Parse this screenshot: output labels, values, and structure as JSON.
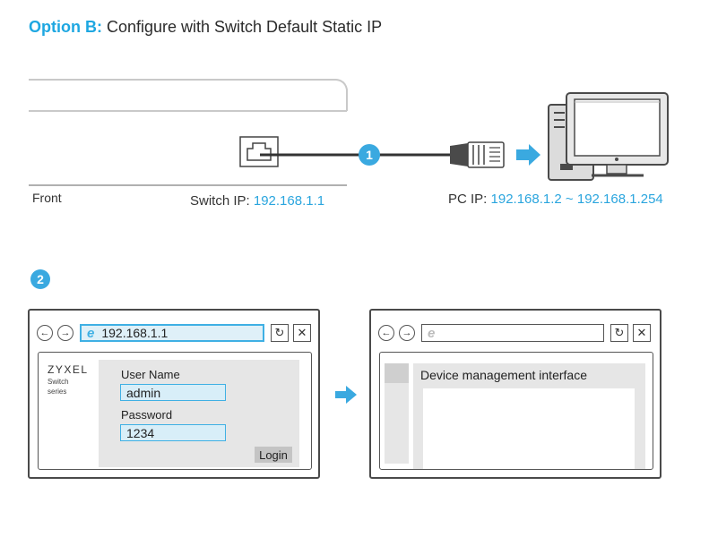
{
  "title": {
    "accent": "Option B:",
    "rest": " Configure with Switch Default Static IP"
  },
  "labels": {
    "front": "Front",
    "switch_ip_label": "Switch IP: ",
    "switch_ip_value": "192.168.1.1",
    "pc_ip_label": "PC IP: ",
    "pc_ip_value": "192.168.1.2 ~ 192.168.1.254"
  },
  "steps": {
    "one": "1",
    "two": "2"
  },
  "login_browser": {
    "address": "192.168.1.1",
    "brand": "ZYXEL",
    "brand_sub1": "Switch",
    "brand_sub2": "series",
    "username_label": "User Name",
    "username_value": "admin",
    "password_label": "Password",
    "password_value": "1234",
    "login_button": "Login"
  },
  "result_browser": {
    "address": "",
    "heading": "Device management interface"
  },
  "colors": {
    "accent": "#1ea7e1",
    "badge": "#3aa9e0",
    "field": "#d8eef8"
  },
  "icons": [
    "ethernet-port-icon",
    "ethernet-plug-icon",
    "arrow-right-icon",
    "desktop-pc-icon",
    "back-icon",
    "forward-icon",
    "ie-icon",
    "refresh-icon",
    "close-icon"
  ]
}
